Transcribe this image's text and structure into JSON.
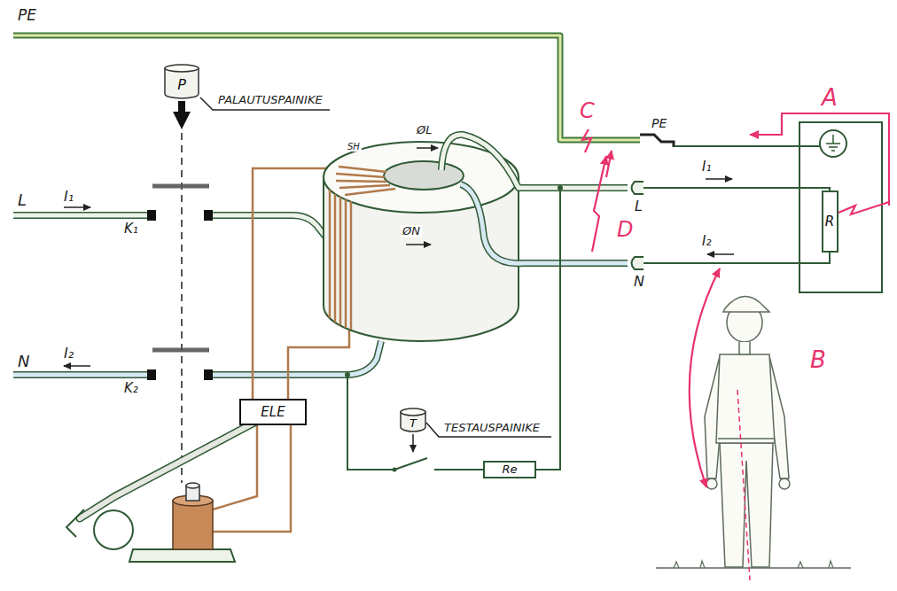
{
  "diagram": {
    "nodes": [
      {
        "text": [
          "P"
        ]
      },
      {
        "text": [
          "ELE"
        ]
      },
      {
        "text": [
          "T"
        ]
      },
      {
        "text": [
          "Re"
        ]
      },
      {
        "text": [
          "R"
        ]
      }
    ],
    "labels": [
      "PE",
      "PALAUTUSPAINIKE",
      "L",
      "I₁",
      "K₁",
      "N",
      "I₂",
      "K₂",
      "SH",
      "ØL",
      "ØN",
      "C",
      "PE",
      "A",
      "I₁",
      "L",
      "D",
      "N",
      "I₂",
      "TESTAUSPAINIKE",
      "B"
    ]
  }
}
